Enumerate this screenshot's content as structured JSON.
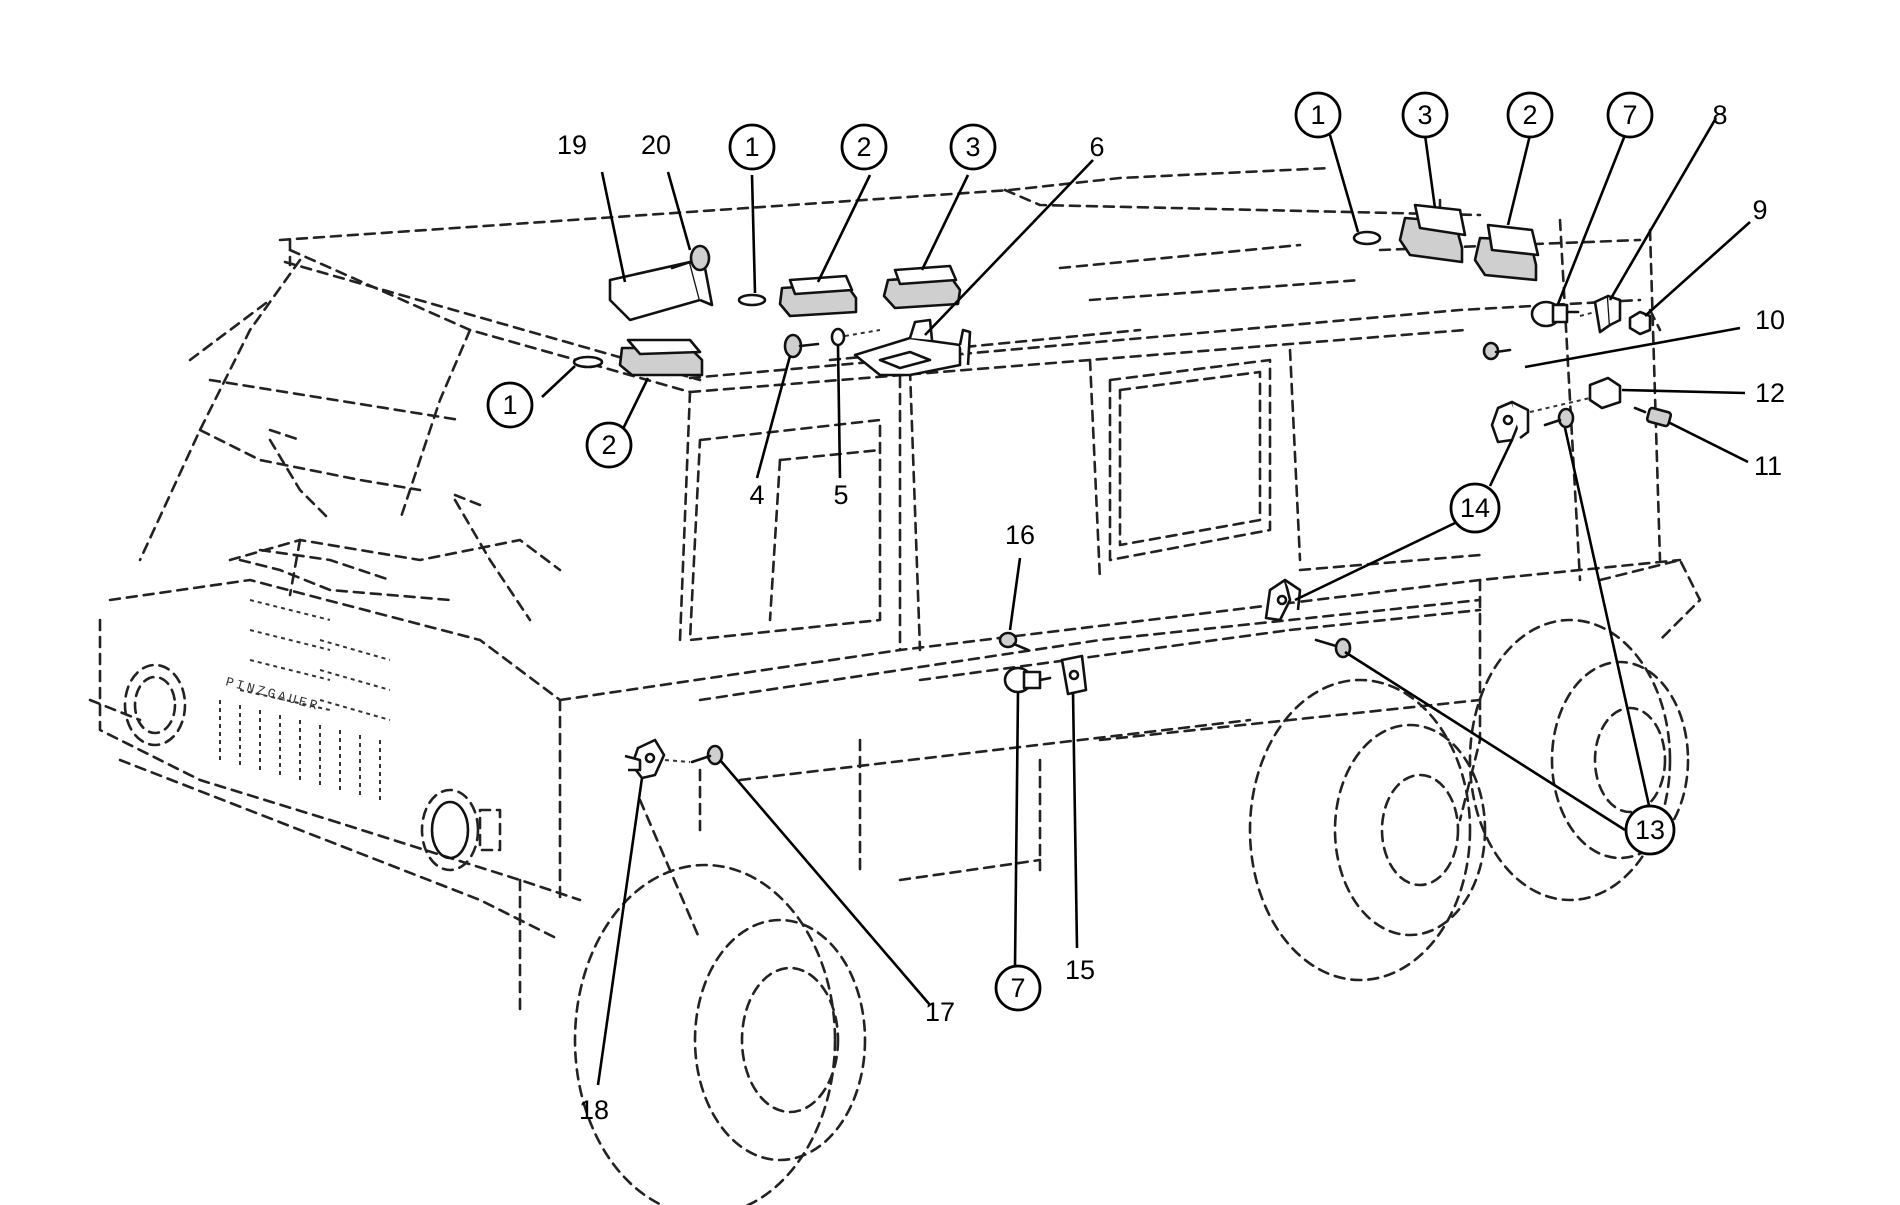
{
  "diagram": {
    "vehicle_badge": "PINZGAUER",
    "callouts": [
      {
        "id": "c1a",
        "label": "1",
        "circled": true
      },
      {
        "id": "c2a",
        "label": "2",
        "circled": true
      },
      {
        "id": "c1b",
        "label": "1",
        "circled": true
      },
      {
        "id": "c2b",
        "label": "2",
        "circled": true
      },
      {
        "id": "c3a",
        "label": "3",
        "circled": true
      },
      {
        "id": "c6",
        "label": "6",
        "circled": false
      },
      {
        "id": "c19",
        "label": "19",
        "circled": false
      },
      {
        "id": "c20",
        "label": "20",
        "circled": false
      },
      {
        "id": "c4",
        "label": "4",
        "circled": false
      },
      {
        "id": "c5",
        "label": "5",
        "circled": false
      },
      {
        "id": "c1c",
        "label": "1",
        "circled": true
      },
      {
        "id": "c3b",
        "label": "3",
        "circled": true
      },
      {
        "id": "c2c",
        "label": "2",
        "circled": true
      },
      {
        "id": "c7a",
        "label": "7",
        "circled": true
      },
      {
        "id": "c8",
        "label": "8",
        "circled": false
      },
      {
        "id": "c9",
        "label": "9",
        "circled": false
      },
      {
        "id": "c10",
        "label": "10",
        "circled": false
      },
      {
        "id": "c12",
        "label": "12",
        "circled": false
      },
      {
        "id": "c11",
        "label": "11",
        "circled": false
      },
      {
        "id": "c14",
        "label": "14",
        "circled": true
      },
      {
        "id": "c13",
        "label": "13",
        "circled": true
      },
      {
        "id": "c16",
        "label": "16",
        "circled": false
      },
      {
        "id": "c7b",
        "label": "7",
        "circled": true
      },
      {
        "id": "c15",
        "label": "15",
        "circled": false
      },
      {
        "id": "c17",
        "label": "17",
        "circled": false
      },
      {
        "id": "c18",
        "label": "18",
        "circled": false
      }
    ]
  }
}
